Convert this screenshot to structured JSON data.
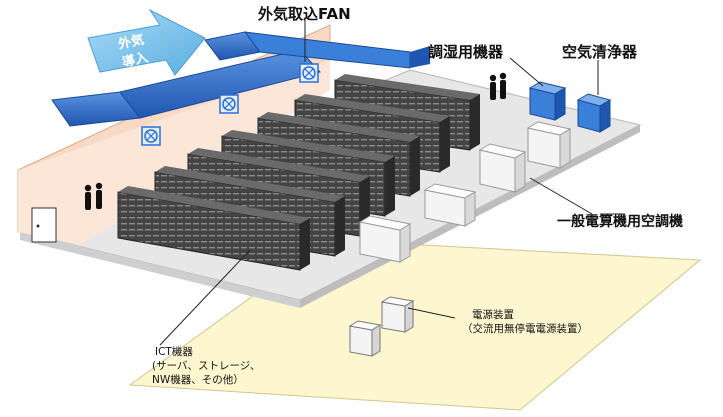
{
  "labels": {
    "outside_air_fan": "外気取込FAN",
    "outside_air_intake_line1": "外気",
    "outside_air_intake_line2": "導入",
    "humidity_equipment": "調湿用機器",
    "air_purifier": "空気清浄器",
    "computer_room_ac": "一般電算機用空調機",
    "power_equipment_line1": "電源装置",
    "power_equipment_line2": "（交流用無停電電源装置）",
    "ict_line1": "ICT機器",
    "ict_line2": "(サーバ、ストレージ、",
    "ict_line3": "NW機器、その他）"
  },
  "colors": {
    "wall": "#f8d9c4",
    "floor": "#ebebeb",
    "outdoor_floor": "#fdf6cf",
    "duct": "#2e6fcf",
    "arrow": "#7ec3ec",
    "rack": "#3a3a3a"
  },
  "icons": [
    "fan-icon",
    "person-icon",
    "door-icon"
  ]
}
